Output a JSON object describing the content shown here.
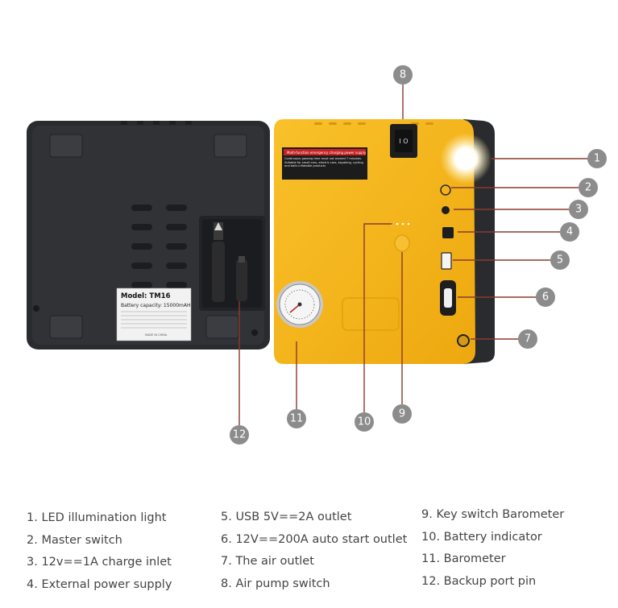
{
  "product": {
    "model_label": "Model: TM16",
    "capacity_label": "Battery capacity: 15000mAH",
    "sticker_title": "Multi-function emergency charging power supply",
    "sticker_text": "Continuous gassing time must not exceed 7 minutes. Suitable for small cars, electric cars, kayaking, cycling and balls inflatable products",
    "switch_label": "I O",
    "origin": "MADE IN CHINA"
  },
  "callouts": [
    "1",
    "2",
    "3",
    "4",
    "5",
    "6",
    "7",
    "8",
    "9",
    "10",
    "11",
    "12"
  ],
  "legend": {
    "col1": [
      "1. LED illumination light",
      "2. Master switch",
      "3. 12v==1A charge inlet",
      "4. External power supply"
    ],
    "col2": [
      "5. USB 5V==2A outlet",
      "6. 12V==200A auto start outlet",
      "7. The air outlet",
      "8. Air pump switch"
    ],
    "col3": [
      "9. Key switch Barometer",
      "10. Battery indicator",
      "11. Barometer",
      "12. Backup port pin"
    ]
  },
  "colors": {
    "body_yellow": "#f6b81c",
    "body_black": "#2a2b2e",
    "callout_grey": "#8c8c8c",
    "leader_red": "#8a3a2e"
  }
}
